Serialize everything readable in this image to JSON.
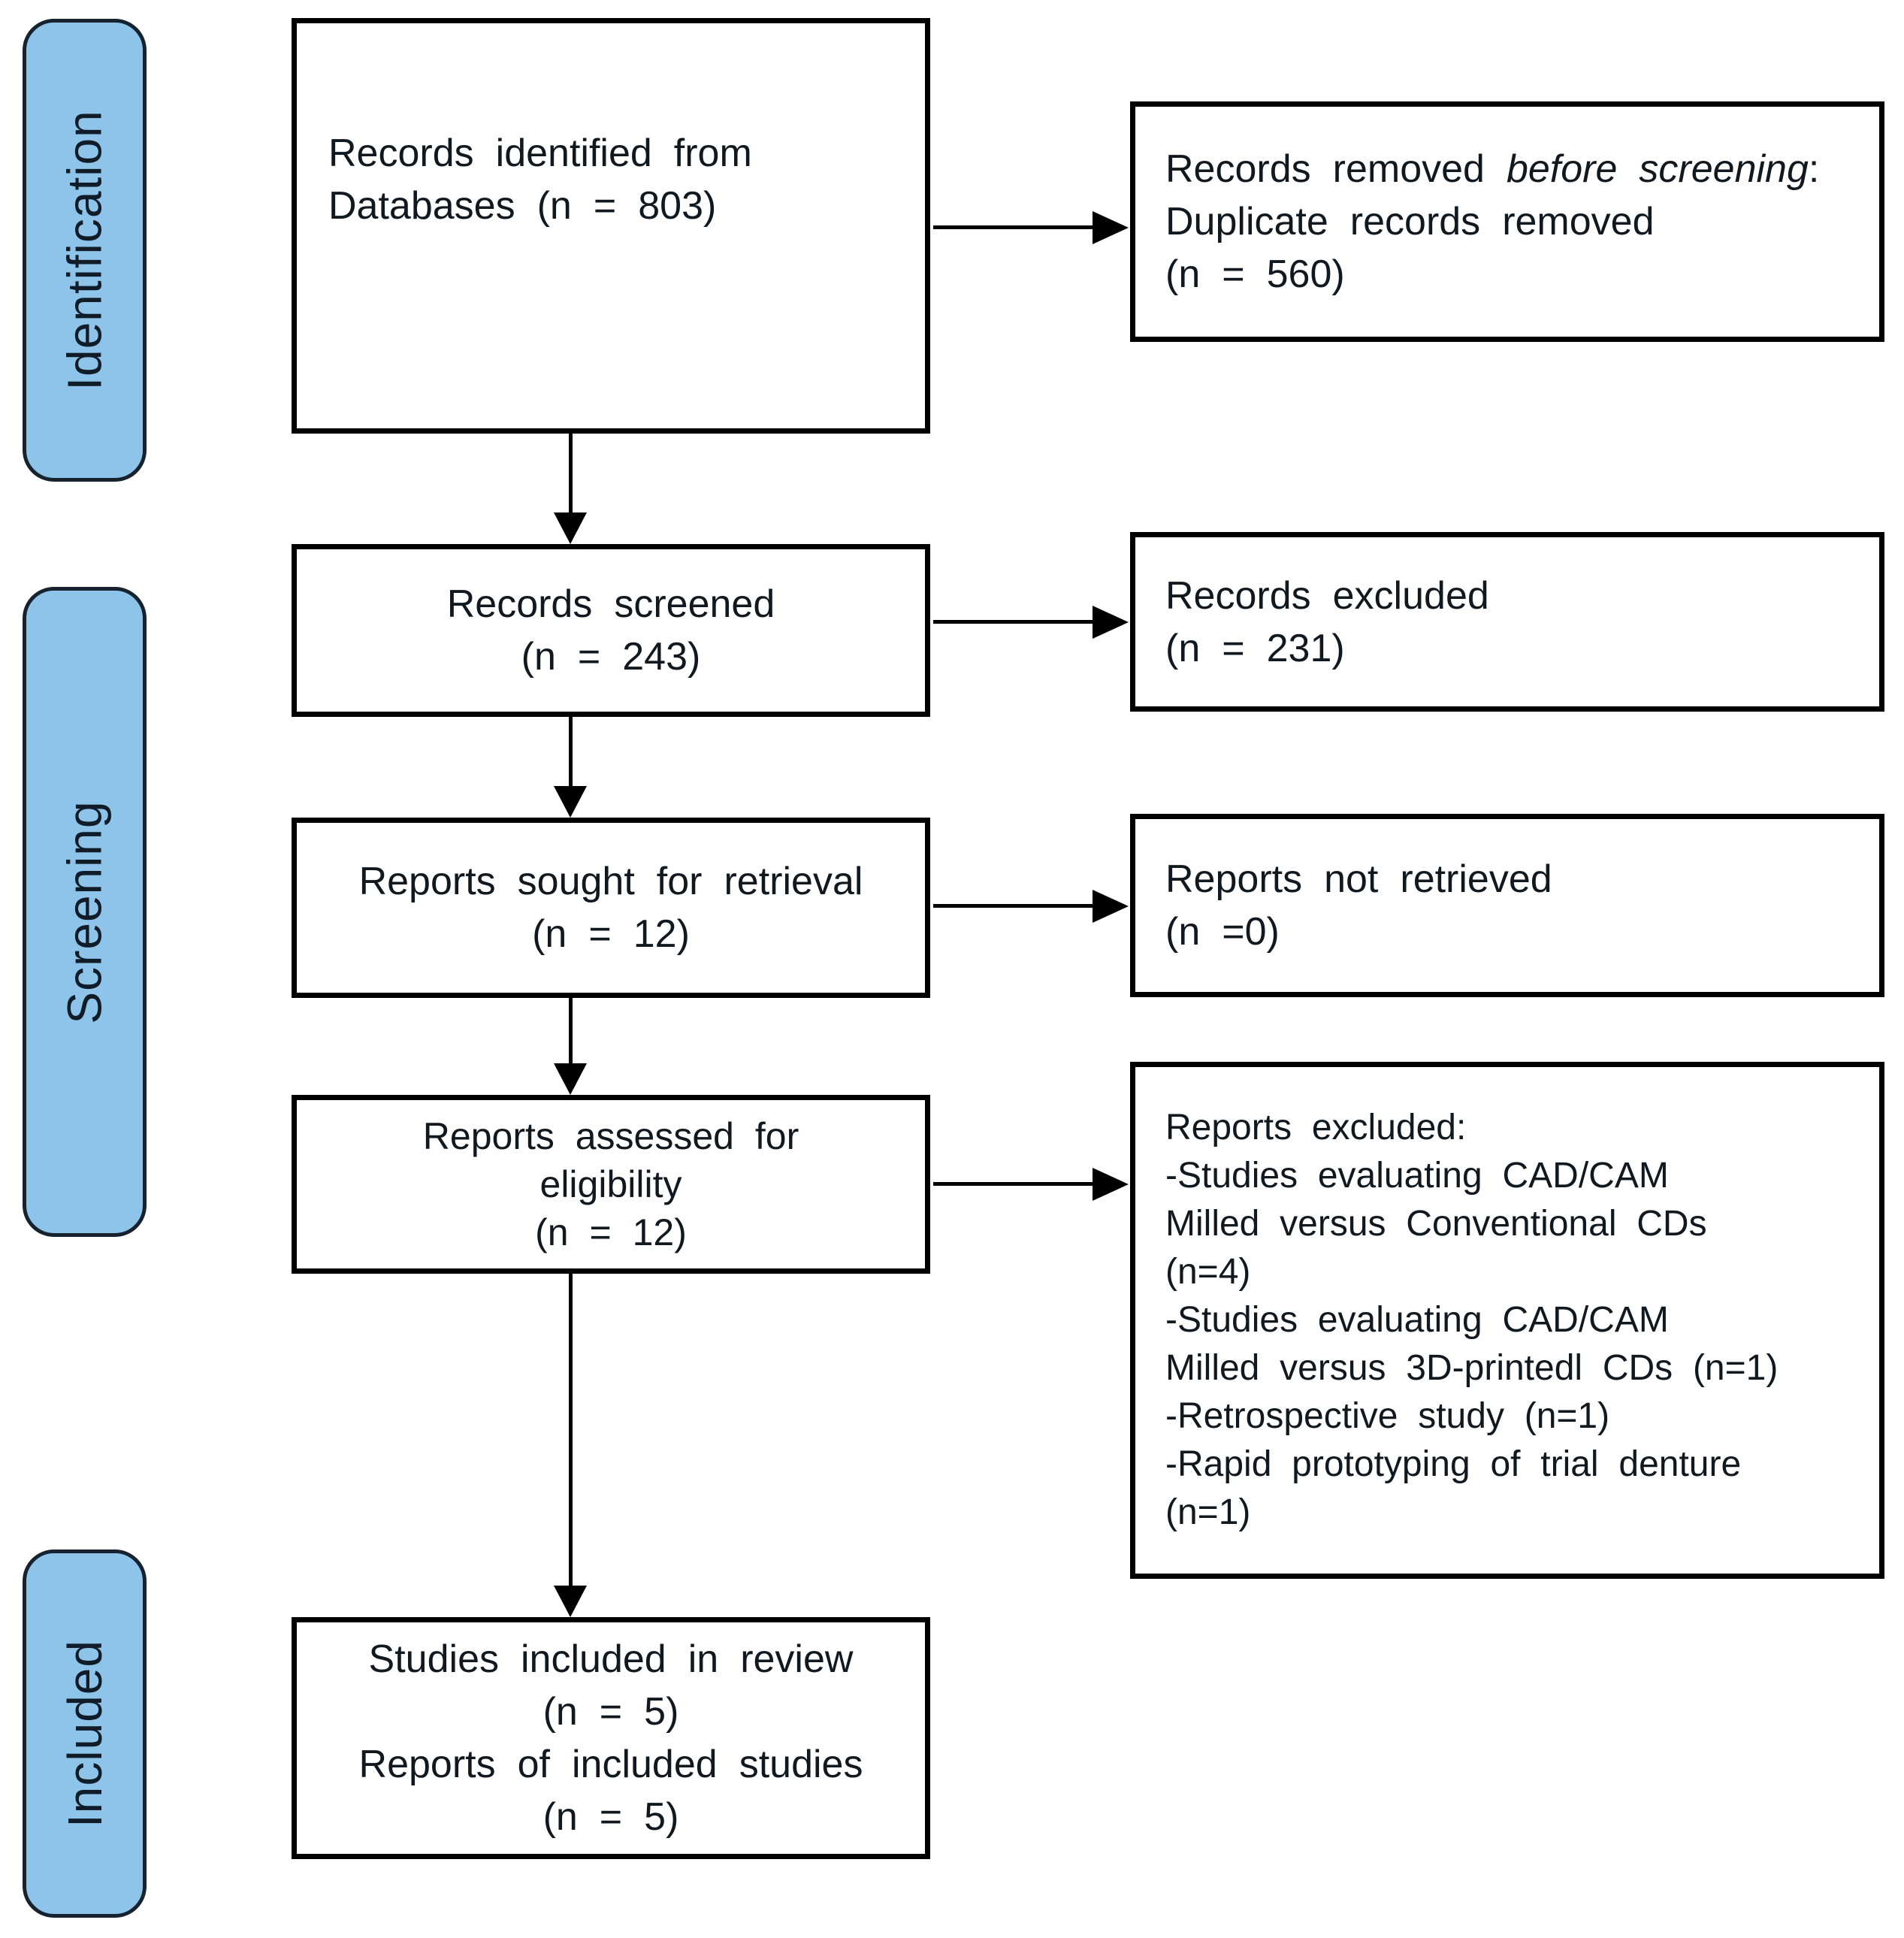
{
  "palette": {
    "stage_fill": "#8EC4EA",
    "stage_border": "#16222E",
    "box_border": "#000000",
    "arrow_color": "#000000",
    "text_color": "#101820",
    "background": "#FFFFFF"
  },
  "sidebar": {
    "stages": [
      {
        "label": "Identification"
      },
      {
        "label": "Screening"
      },
      {
        "label": "Included"
      }
    ]
  },
  "boxes": {
    "records_identified": {
      "lines": [
        "Records identified from",
        "Databases (n = 803)"
      ]
    },
    "records_removed": {
      "line1_normal": "Records removed ",
      "line1_italic": "before screening",
      "line1_suffix": ":",
      "line2": "Duplicate records removed",
      "line3": "(n = 560)"
    },
    "records_screened": {
      "lines": [
        "Records screened",
        "(n = 243)"
      ]
    },
    "records_excluded": {
      "lines": [
        "Records excluded",
        "(n = 231)"
      ]
    },
    "reports_sought": {
      "lines": [
        "Reports sought for retrieval",
        "(n = 12)"
      ]
    },
    "reports_not_retrieved": {
      "lines": [
        "Reports not retrieved",
        "(n =0)"
      ]
    },
    "reports_assessed": {
      "lines": [
        "Reports assessed for",
        "eligibility",
        "(n = 12)"
      ]
    },
    "reports_excluded": {
      "lines": [
        "Reports excluded:",
        "-Studies evaluating CAD/CAM",
        "Milled versus Conventional CDs",
        "(n=4)",
        "-Studies evaluating CAD/CAM",
        "Milled versus 3D-printedl CDs (n=1)",
        "-Retrospective study (n=1)",
        "-Rapid prototyping of trial denture",
        "(n=1)"
      ]
    },
    "studies_included": {
      "lines": [
        "Studies included in review",
        "(n = 5)",
        "Reports of included studies",
        "(n = 5)"
      ]
    }
  }
}
